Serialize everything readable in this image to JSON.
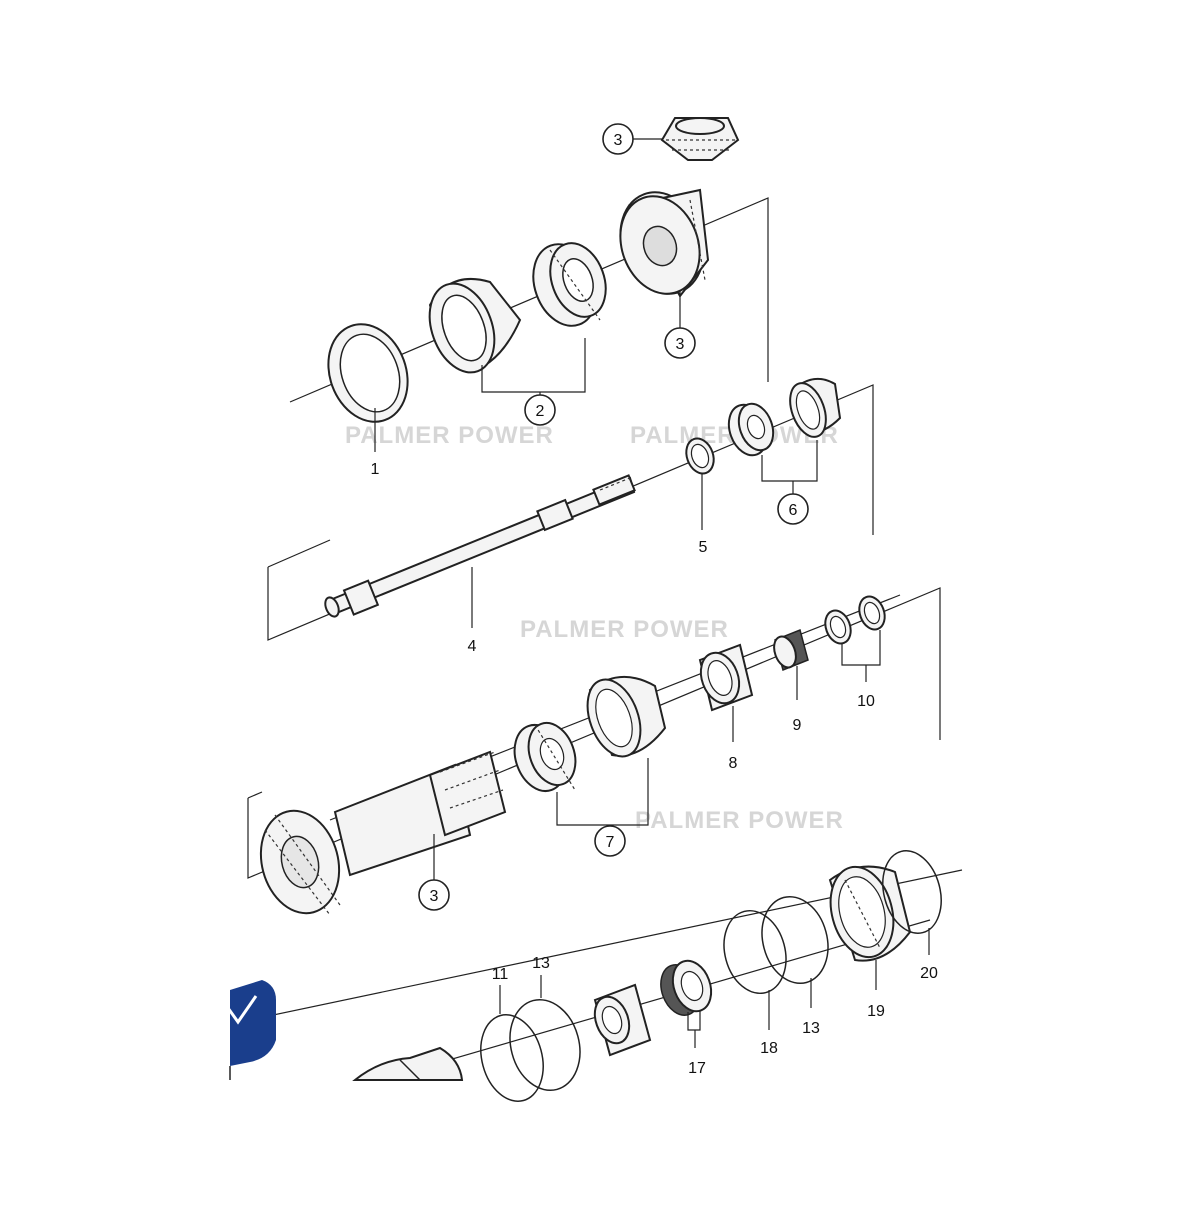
{
  "watermarks": {
    "brand_top_left": "PALMER POWER",
    "brand_top_right": "PALMER POWER",
    "brand_middle": "PALMER POWER",
    "brand_lower_right": "PALMER POWER"
  },
  "callouts": {
    "c3_top": "3",
    "c2": "2",
    "c3_gear": "3",
    "c6": "6",
    "c7": "7",
    "c3_shaft": "3"
  },
  "labels": {
    "l1": "1",
    "l4": "4",
    "l5": "5",
    "l8": "8",
    "l9": "9",
    "l10": "10",
    "l11": "11",
    "l13a": "13",
    "l17": "17",
    "l18": "18",
    "l13b": "13",
    "l19": "19",
    "l20": "20"
  },
  "badge": {
    "icon": "checkmark-icon"
  }
}
